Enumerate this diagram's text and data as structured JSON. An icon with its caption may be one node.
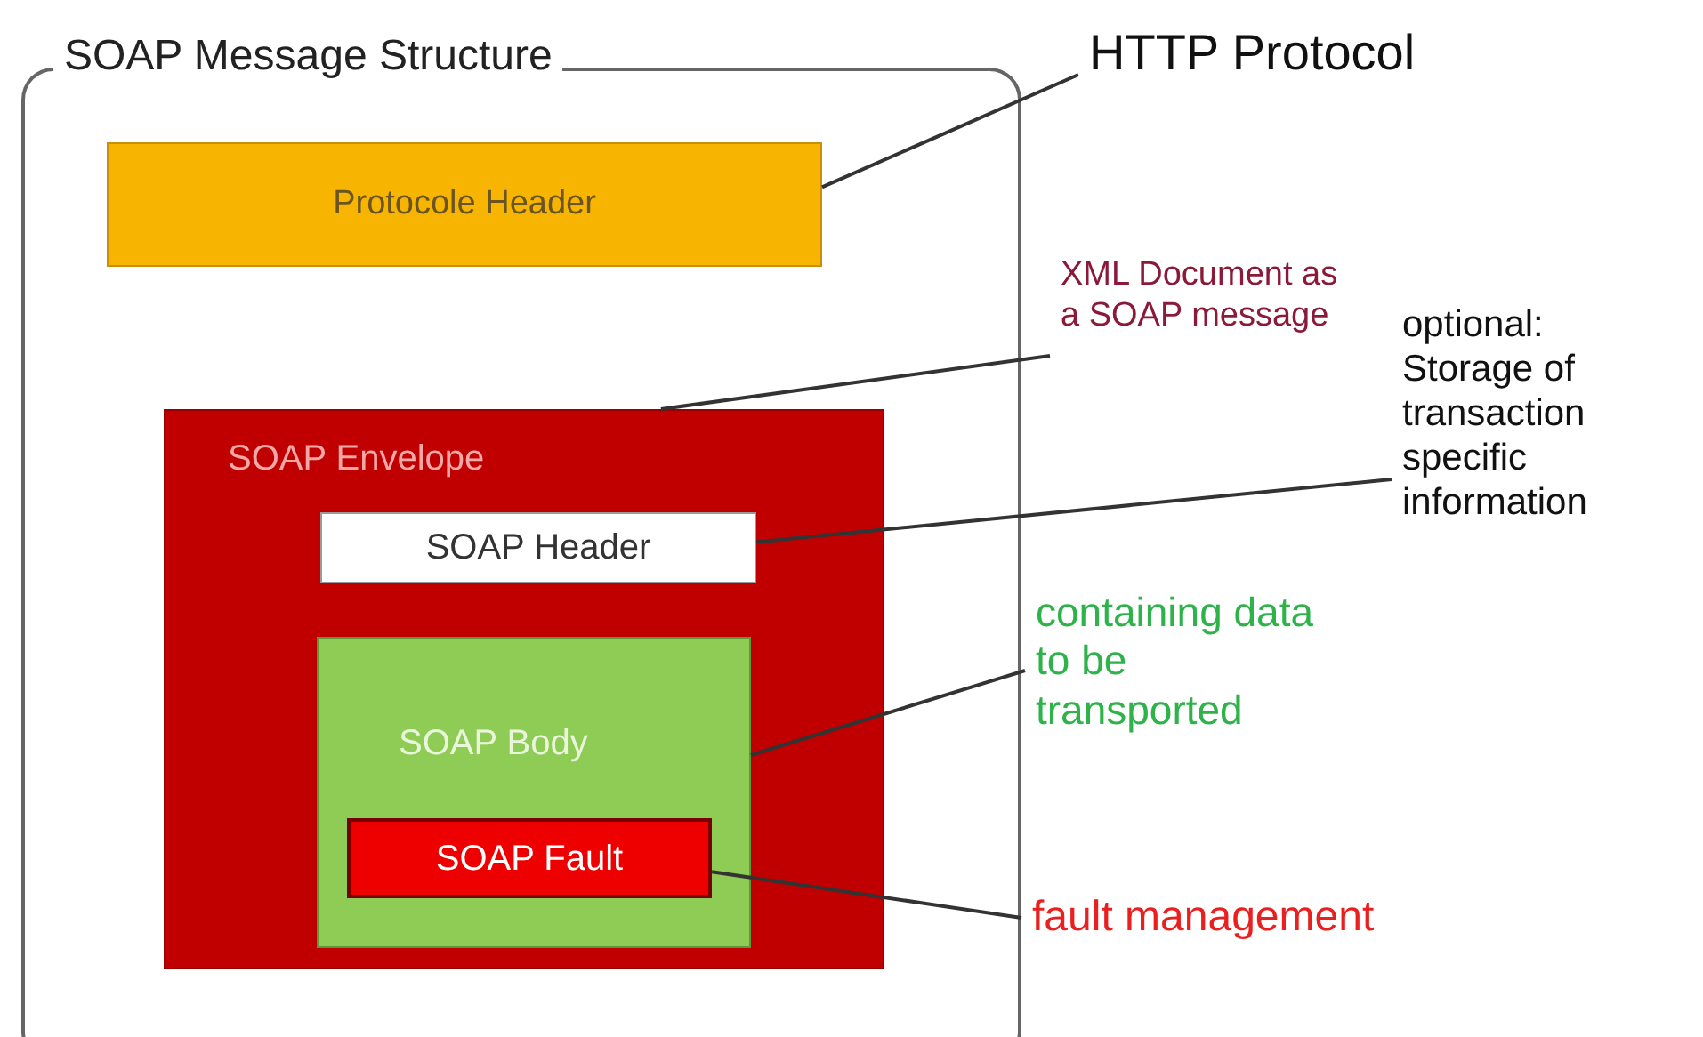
{
  "diagram": {
    "nodes": [
      {
        "text": [
          "SOAP Message Structure"
        ]
      },
      {
        "text": [
          "Protocole Header"
        ],
        "in": 0
      },
      {
        "text": [
          "SOAP Envelope"
        ],
        "in": 0
      },
      {
        "text": [
          "SOAP Header"
        ],
        "in": 2
      },
      {
        "text": [
          "SOAP Body"
        ],
        "in": 2
      },
      {
        "text": [
          "SOAP Fault"
        ],
        "in": 4
      },
      {
        "text": [
          "HTTP Protocol"
        ]
      },
      {
        "text": [
          "XML Document as a SOAP message"
        ]
      },
      {
        "text": [
          "optional: Storage of transaction specific information"
        ]
      },
      {
        "text": [
          "containing data to be transported"
        ]
      },
      {
        "text": [
          "fault management"
        ]
      }
    ],
    "edges": [
      {
        "from": 6,
        "to": 1,
        "arrow": "none"
      },
      {
        "from": 7,
        "to": 2,
        "arrow": "none"
      },
      {
        "from": 8,
        "to": 3,
        "arrow": "none"
      },
      {
        "from": 9,
        "to": 4,
        "arrow": "none"
      },
      {
        "from": 10,
        "to": 5,
        "arrow": "none"
      }
    ]
  }
}
